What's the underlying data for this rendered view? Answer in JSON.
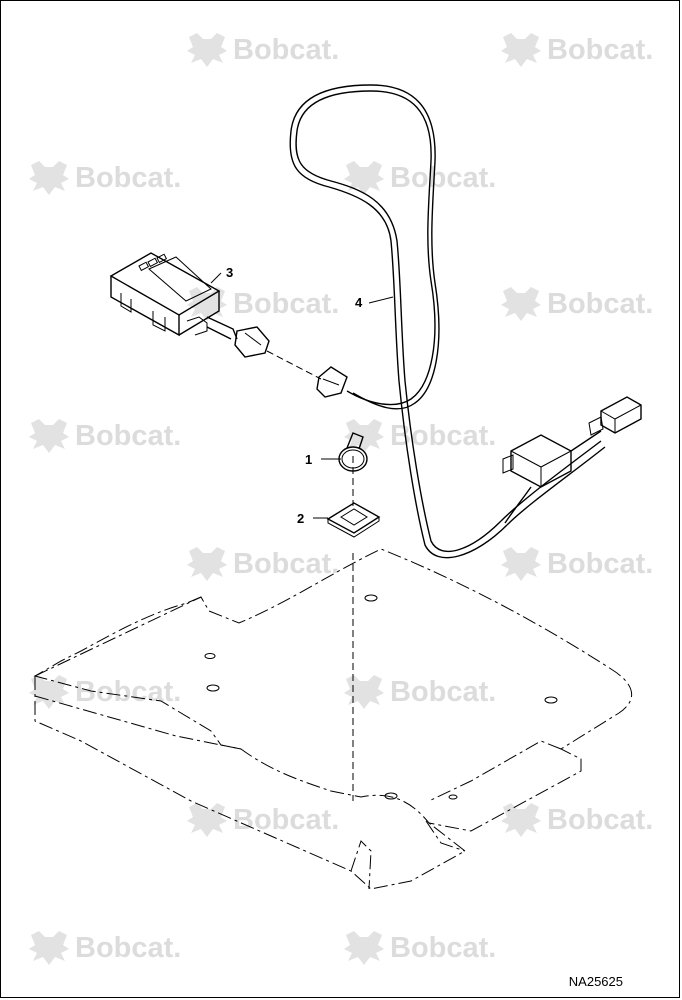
{
  "watermark": {
    "brand": "Bobcat.",
    "mascot": "bobcat-logo-icon"
  },
  "callouts": [
    {
      "number": "1",
      "part": "cable tie"
    },
    {
      "number": "2",
      "part": "tie mount"
    },
    {
      "number": "3",
      "part": "module"
    },
    {
      "number": "4",
      "part": "wire harness"
    }
  ],
  "figure_id": "NA25625"
}
